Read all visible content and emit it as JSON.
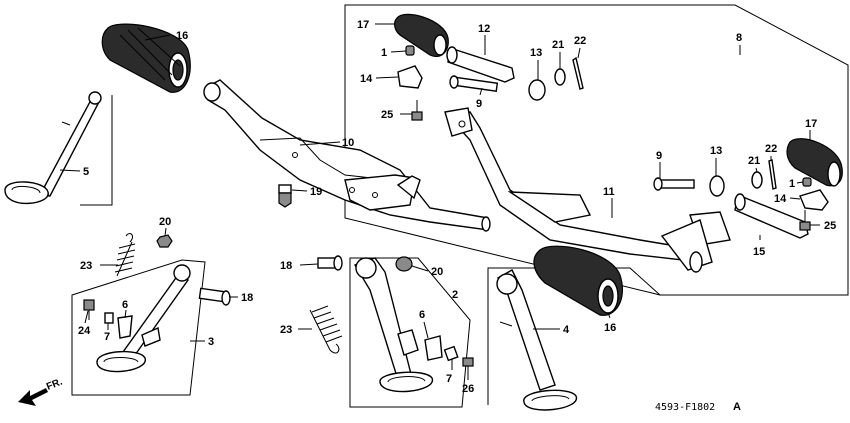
{
  "diagram_code": "4593-F1802",
  "diagram_code_suffix": "A",
  "direction_label": "FR.",
  "callouts": [
    {
      "id": "c16a",
      "text": "16"
    },
    {
      "id": "c5",
      "text": "5"
    },
    {
      "id": "c10",
      "text": "10"
    },
    {
      "id": "c19",
      "text": "19"
    },
    {
      "id": "c20a",
      "text": "20"
    },
    {
      "id": "c23a",
      "text": "23"
    },
    {
      "id": "c18a",
      "text": "18"
    },
    {
      "id": "c24",
      "text": "24"
    },
    {
      "id": "c6a",
      "text": "6"
    },
    {
      "id": "c7a",
      "text": "7"
    },
    {
      "id": "c3",
      "text": "3"
    },
    {
      "id": "c18b",
      "text": "18"
    },
    {
      "id": "c20b",
      "text": "20"
    },
    {
      "id": "c2",
      "text": "2"
    },
    {
      "id": "c23b",
      "text": "23"
    },
    {
      "id": "c6b",
      "text": "6"
    },
    {
      "id": "c7b",
      "text": "7"
    },
    {
      "id": "c26",
      "text": "26"
    },
    {
      "id": "c4",
      "text": "4"
    },
    {
      "id": "c16b",
      "text": "16"
    },
    {
      "id": "c17a",
      "text": "17"
    },
    {
      "id": "c12",
      "text": "12"
    },
    {
      "id": "c13a",
      "text": "13"
    },
    {
      "id": "c21a",
      "text": "21"
    },
    {
      "id": "c22a",
      "text": "22"
    },
    {
      "id": "c8",
      "text": "8"
    },
    {
      "id": "c1a",
      "text": "1"
    },
    {
      "id": "c14a",
      "text": "14"
    },
    {
      "id": "c9a",
      "text": "9"
    },
    {
      "id": "c25a",
      "text": "25"
    },
    {
      "id": "c9b",
      "text": "9"
    },
    {
      "id": "c13b",
      "text": "13"
    },
    {
      "id": "c11",
      "text": "11"
    },
    {
      "id": "c17b",
      "text": "17"
    },
    {
      "id": "c22b",
      "text": "22"
    },
    {
      "id": "c21b",
      "text": "21"
    },
    {
      "id": "c1b",
      "text": "1"
    },
    {
      "id": "c14b",
      "text": "14"
    },
    {
      "id": "c25b",
      "text": "25"
    },
    {
      "id": "c15",
      "text": "15"
    }
  ]
}
